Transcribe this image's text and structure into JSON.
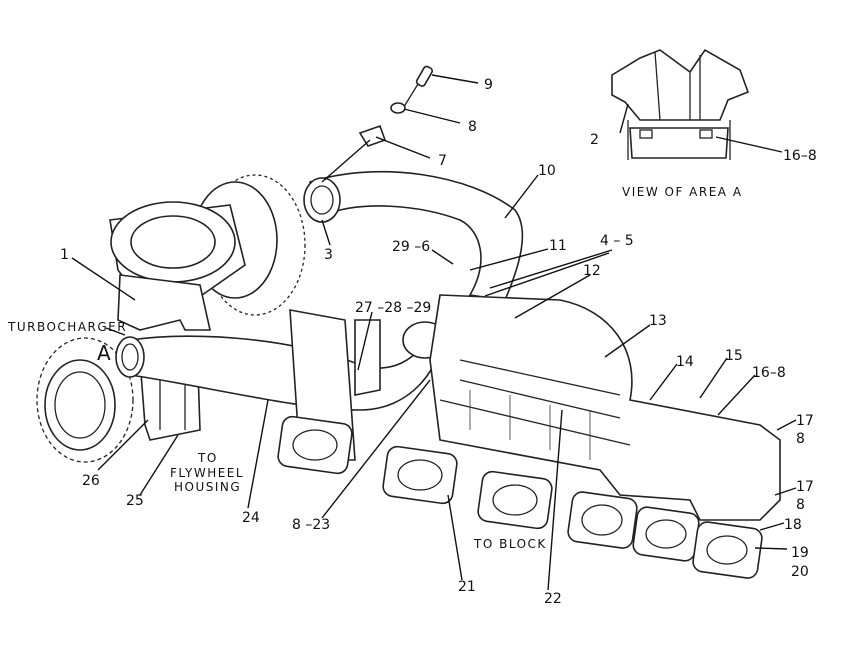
{
  "labels": {
    "p1": "1",
    "p2": "2",
    "p3": "3",
    "p4_5": "4 – 5",
    "p7": "7",
    "p8": "8",
    "p9": "9",
    "p10": "10",
    "p11": "11",
    "p12": "12",
    "p13": "13",
    "p14": "14",
    "p15": "15",
    "p16_8a": "16–8",
    "p16_8b": "16–8",
    "p17a": "17",
    "p8a": "8",
    "p17b": "17",
    "p8b": "8",
    "p18": "18",
    "p19": "19",
    "p20": "20",
    "p21": "21",
    "p22": "22",
    "p24": "24",
    "p25": "25",
    "p26": "26",
    "p29_6": "29 –6",
    "p27_28_29": "27 –28 –29",
    "p8_23": "8 –23"
  },
  "captions": {
    "view_area": "VIEW OF AREA A",
    "turbocharger": "TURBOCHARGER",
    "area_letter": "A",
    "to_flywheel": "TO",
    "flywheel": "FLYWHEEL",
    "housing": "HOUSING",
    "to_block": "TO BLOCK"
  }
}
